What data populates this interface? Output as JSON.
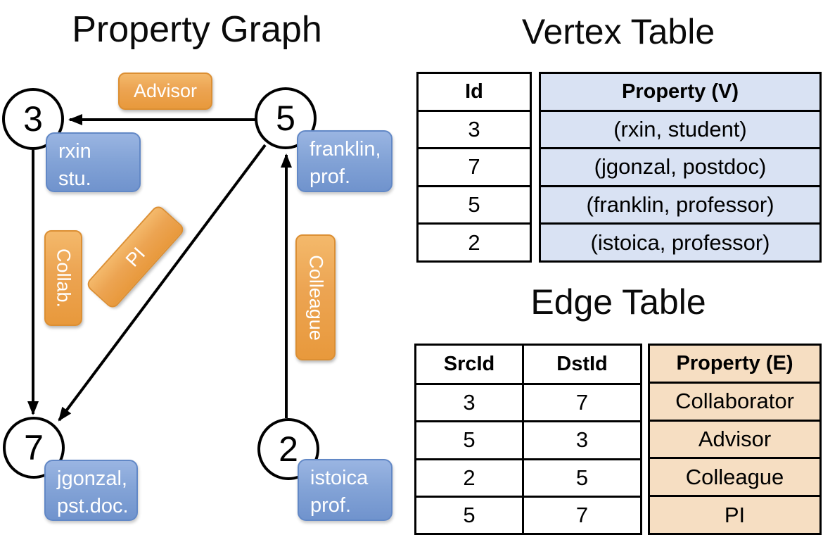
{
  "titles": {
    "graph": "Property Graph",
    "vertex_table": "Vertex Table",
    "edge_table": "Edge Table"
  },
  "graph": {
    "nodes": [
      {
        "id": "3",
        "label_line1": "rxin",
        "label_line2": "stu."
      },
      {
        "id": "5",
        "label_line1": "franklin,",
        "label_line2": "prof."
      },
      {
        "id": "7",
        "label_line1": "jgonzal,",
        "label_line2": "pst.doc."
      },
      {
        "id": "2",
        "label_line1": "istoica",
        "label_line2": "prof."
      }
    ],
    "edges": [
      {
        "src": "5",
        "dst": "3",
        "label": "Advisor"
      },
      {
        "src": "3",
        "dst": "7",
        "label": "Collab."
      },
      {
        "src": "5",
        "dst": "7",
        "label": "PI"
      },
      {
        "src": "2",
        "dst": "5",
        "label": "Colleague"
      }
    ]
  },
  "vertex_table": {
    "headers": {
      "id": "Id",
      "property": "Property (V)"
    },
    "rows": [
      {
        "id": "3",
        "property": "(rxin, student)"
      },
      {
        "id": "7",
        "property": "(jgonzal, postdoc)"
      },
      {
        "id": "5",
        "property": "(franklin, professor)"
      },
      {
        "id": "2",
        "property": "(istoica, professor)"
      }
    ]
  },
  "edge_table": {
    "headers": {
      "src": "SrcId",
      "dst": "DstId",
      "property": "Property (E)"
    },
    "rows": [
      {
        "src": "3",
        "dst": "7",
        "property": "Collaborator"
      },
      {
        "src": "5",
        "dst": "3",
        "property": "Advisor"
      },
      {
        "src": "2",
        "dst": "5",
        "property": "Colleague"
      },
      {
        "src": "5",
        "dst": "7",
        "property": "PI"
      }
    ]
  },
  "colors": {
    "edge_label_fill": "#ECA452",
    "edge_label_border": "#DC8F33",
    "vertex_label_fill": "#84A4D7",
    "vertex_label_border": "#6288C6",
    "vertex_property_cell": "#D9E2F3",
    "edge_property_cell": "#F6DEC2",
    "line": "#000000"
  }
}
